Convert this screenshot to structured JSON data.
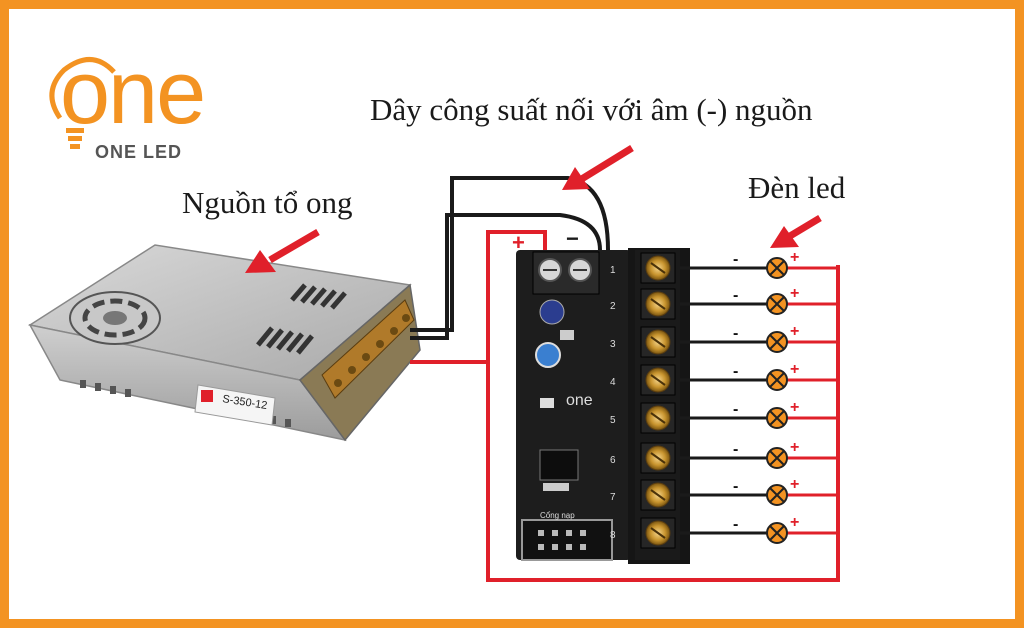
{
  "brand": {
    "logo_text": "one",
    "subtitle": "ONE LED",
    "accent_color": "#f39322"
  },
  "labels": {
    "power_wire": "Dây công suất nối với âm (-) nguồn",
    "power_supply": "Nguồn tổ ong",
    "led": "Đèn led"
  },
  "psu": {
    "model": "S-350-12"
  },
  "board": {
    "plus_sign": "+",
    "minus_sign": "−",
    "logo_text": "one",
    "program_port_label": "Cổng nạp",
    "channels": [
      "1",
      "2",
      "3",
      "4",
      "5",
      "6",
      "7",
      "8"
    ]
  },
  "led_outputs": {
    "count": 8,
    "minus_mark": "-",
    "plus_mark": "+"
  },
  "colors": {
    "wire_red": "#e0202a",
    "wire_black": "#1a1a1a",
    "arrow_red": "#e0202a",
    "led_fill": "#f39322",
    "frame": "#f39322"
  }
}
